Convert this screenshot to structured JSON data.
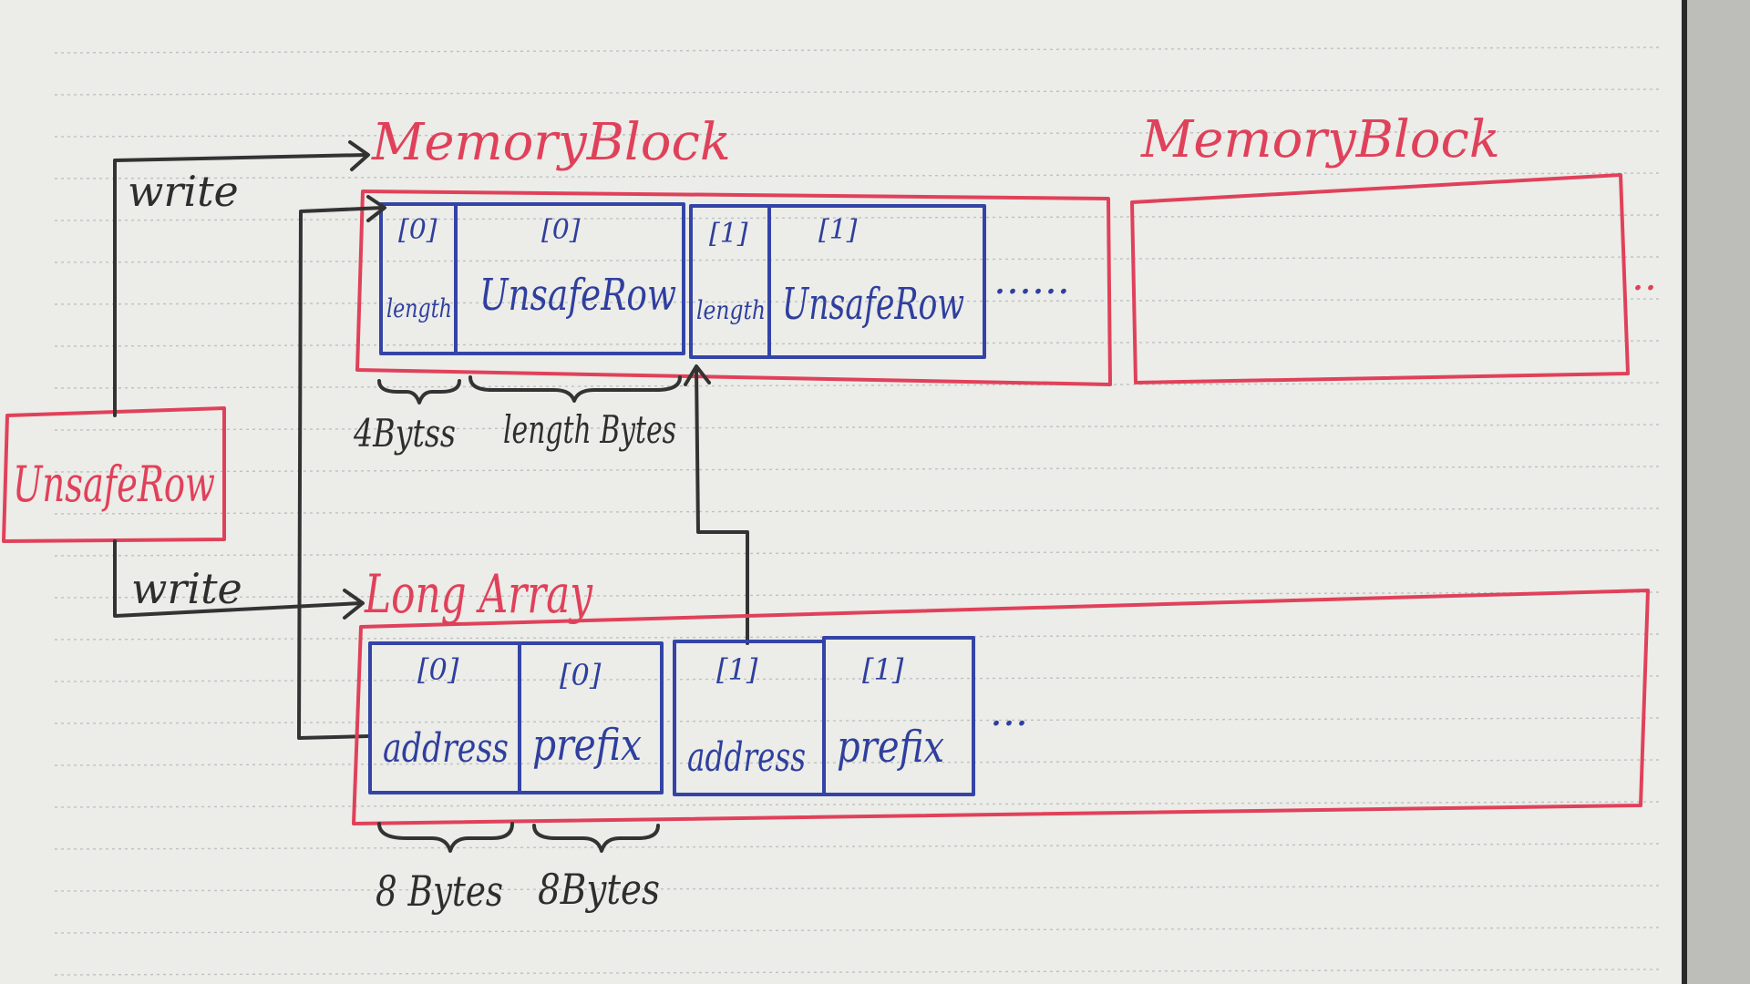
{
  "diagram": {
    "memory_block_title": "MemoryBlock",
    "memory_block_title_2": "MemoryBlock",
    "unsafe_row_source": "UnsafeRow",
    "write_top": "write",
    "write_bottom": "write",
    "long_array_title": "Long Array",
    "mb_cells": {
      "idx0_length": "[0]",
      "label0_length": "length",
      "idx0_row": "[0]",
      "label0_row": "UnsafeRow",
      "idx1_length": "[1]",
      "label1_length": "length",
      "idx1_row": "[1]",
      "label1_row": "UnsafeRow",
      "ellipsis": "......",
      "outer_ellipsis": ".."
    },
    "mb_sizes": {
      "length_bytes": "4Bytss",
      "row_bytes": "length Bytes"
    },
    "la_cells": {
      "idx0_address": "[0]",
      "label0_address": "address",
      "idx0_prefix": "[0]",
      "label0_prefix": "prefix",
      "idx1_address": "[1]",
      "label1_address": "address",
      "idx1_prefix": "[1]",
      "label1_prefix": "prefix",
      "ellipsis": "..."
    },
    "la_sizes": {
      "address_bytes": "8 Bytes",
      "prefix_bytes": "8Bytes"
    },
    "colors": {
      "red": "#e0415a",
      "blue": "#3444a6",
      "black": "#333333",
      "paper": "#ecece8"
    }
  }
}
